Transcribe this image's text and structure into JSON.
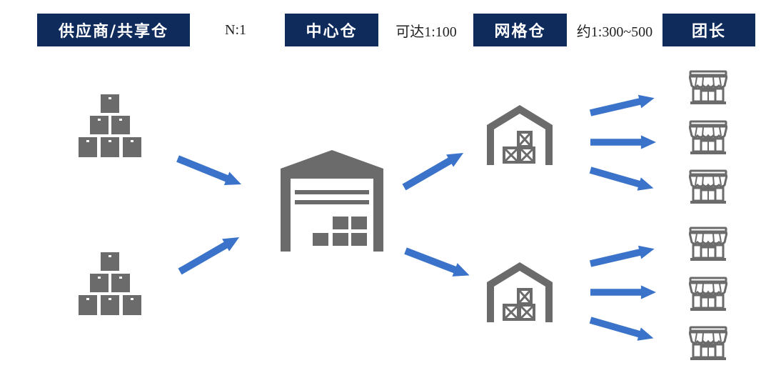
{
  "header": {
    "supplier_label": "供应商/共享仓",
    "ratio_supplier_center": "N:1",
    "center_label": "中心仓",
    "ratio_center_grid": "可达1:100",
    "grid_label": "网格仓",
    "ratio_grid_leader": "约1:300~500",
    "leader_label": "团长"
  },
  "colors": {
    "header_bg": "#0f2b5b",
    "icon_gray": "#6b6b6b",
    "arrow_blue": "#3a73c9"
  },
  "icons": {
    "supplier": "box-pyramid-icon",
    "center_warehouse": "warehouse-icon",
    "grid_warehouse": "barn-warehouse-icon",
    "leader": "storefront-icon"
  }
}
